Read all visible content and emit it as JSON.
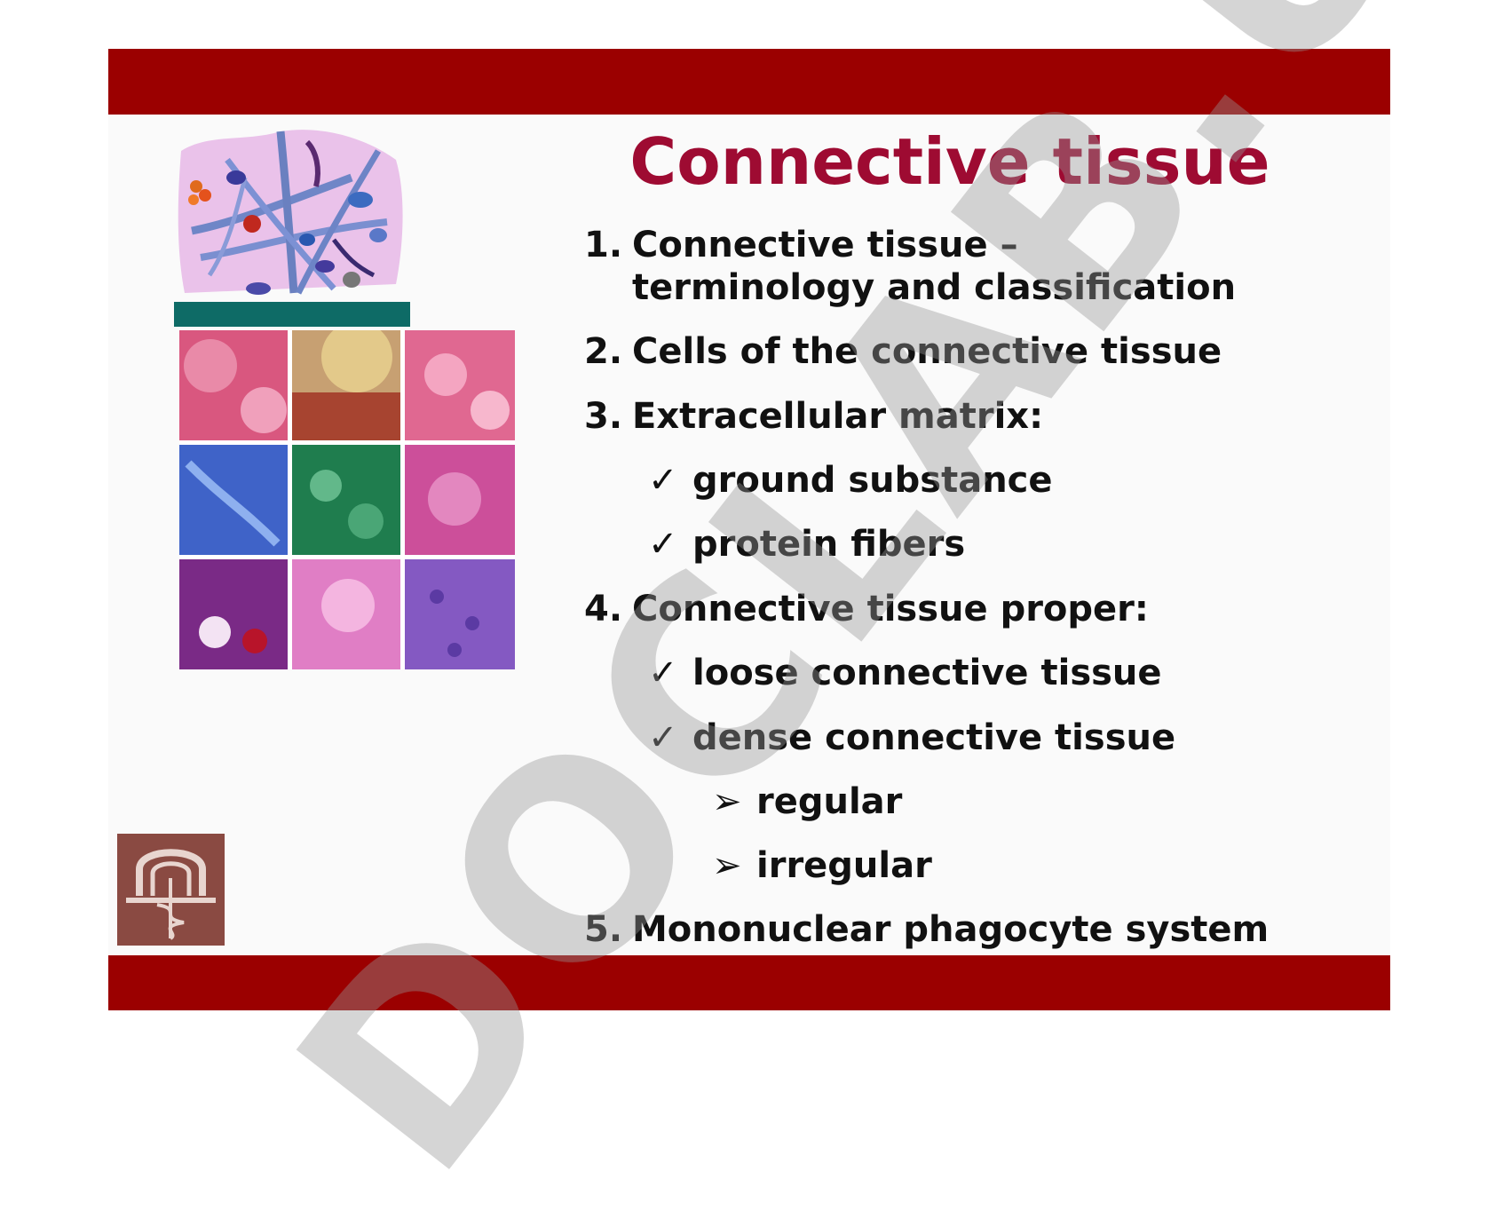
{
  "slide": {
    "title": "Connective tissue",
    "items": [
      {
        "num": "1.",
        "line1": "Connective tissue –",
        "line2": "terminology and classification"
      },
      {
        "num": "2.",
        "text": "Cells of the connective tissue"
      },
      {
        "num": "3.",
        "text": "Extracellular matrix:"
      },
      {
        "marker": "✓",
        "text": "ground substance"
      },
      {
        "marker": "✓",
        "text": "protein fibers"
      },
      {
        "num": "4.",
        "text": "Connective tissue proper:"
      },
      {
        "marker": "✓",
        "text": "loose connective tissue"
      },
      {
        "marker": "✓",
        "text": "dense connective tissue"
      },
      {
        "marker": "➢",
        "text": "regular"
      },
      {
        "marker": "➢",
        "text": "irregular"
      },
      {
        "num": "5.",
        "text": "Mononuclear phagocyte system"
      }
    ]
  },
  "watermark": {
    "text": "DOCLAB.UZ"
  },
  "colors": {
    "bar": "#9b0000",
    "title": "#9e0b32",
    "body_text": "#111111",
    "watermark": "#969696"
  },
  "icons": {
    "check": "check-icon",
    "arrow": "arrow-bullet-icon"
  }
}
